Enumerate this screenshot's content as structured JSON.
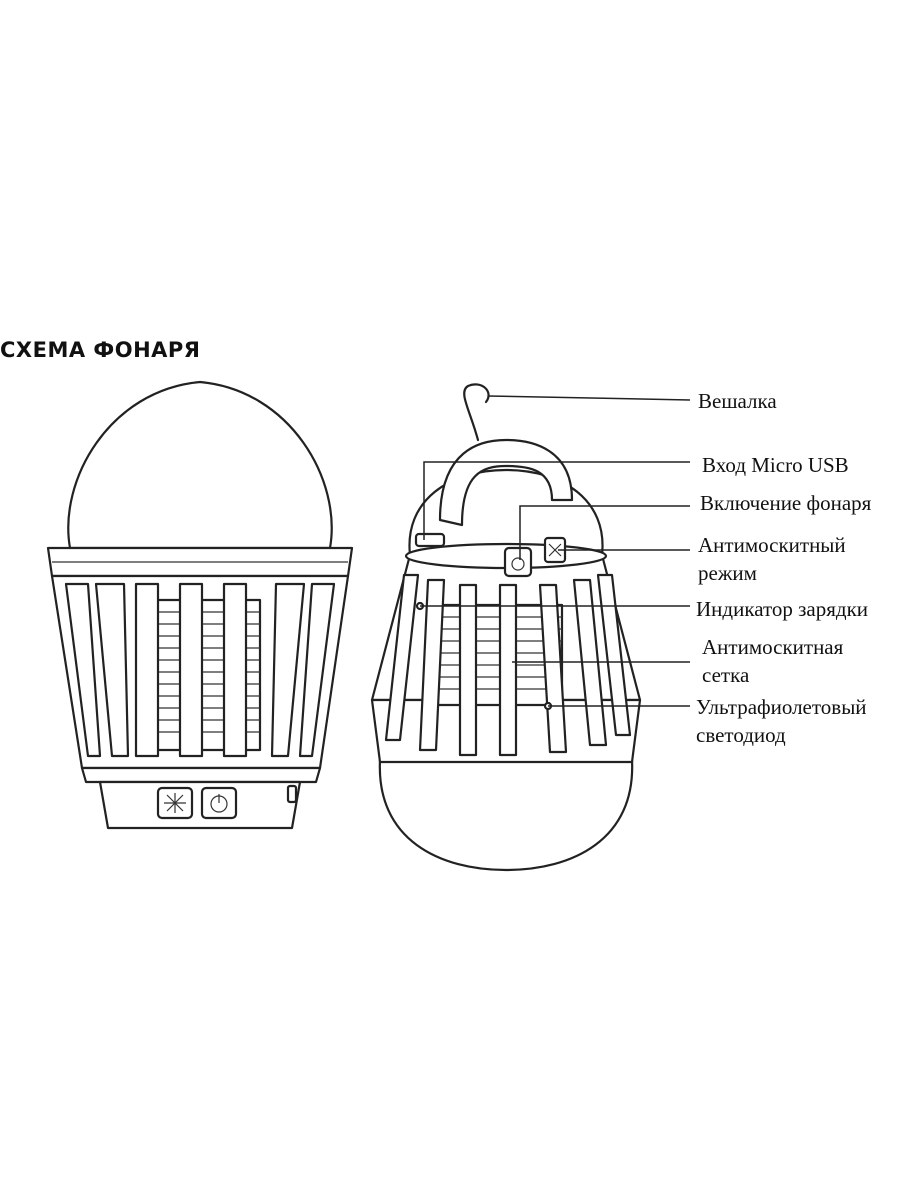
{
  "title": "СХЕМА ФОНАРЯ",
  "labels": {
    "hanger": "Вешалка",
    "micro_usb": "Вход Micro USB",
    "power": "Включение фонаря",
    "mosquito_mode_1": "Антимоскитный",
    "mosquito_mode_2": "режим",
    "charge_indicator": "Индикатор зарядки",
    "mesh_1": "Антимоскитная",
    "mesh_2": "сетка",
    "uv_led_1": "Ультрафиолетовый",
    "uv_led_2": "светодиод"
  }
}
